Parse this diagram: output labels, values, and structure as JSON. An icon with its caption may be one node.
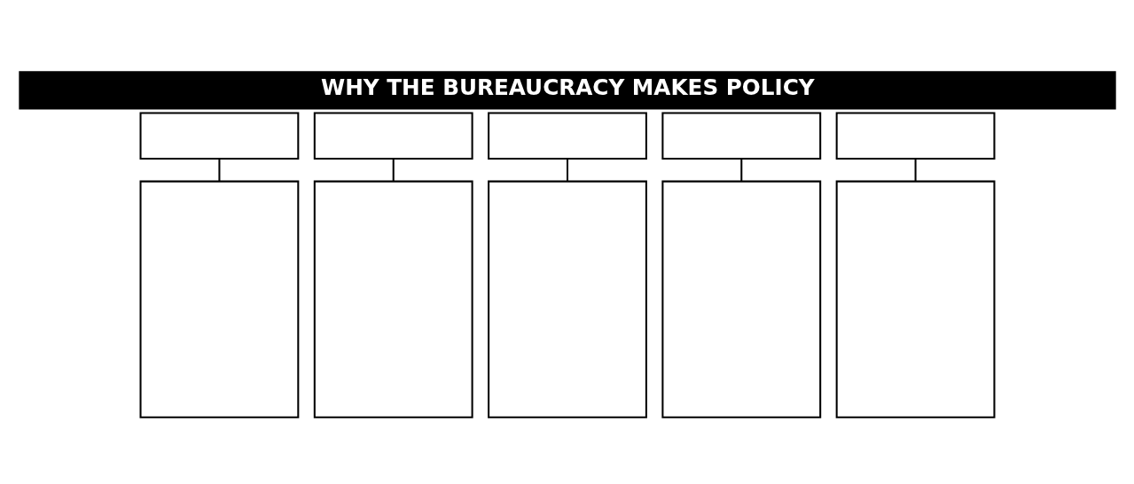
{
  "diagram": {
    "title": "WHY THE BUREAUCRACY MAKES POLICY",
    "nodes": [
      {
        "text": [],
        "shape": "box"
      },
      {
        "text": [],
        "shape": "box"
      },
      {
        "text": [],
        "shape": "box"
      },
      {
        "text": [],
        "shape": "box"
      },
      {
        "text": [],
        "shape": "box"
      },
      {
        "text": [],
        "shape": "box"
      },
      {
        "text": [],
        "shape": "box"
      },
      {
        "text": [],
        "shape": "box"
      },
      {
        "text": [],
        "shape": "box"
      },
      {
        "text": [],
        "shape": "box"
      }
    ],
    "edges": [
      {
        "from": 0,
        "to": 5,
        "arrow": "none"
      },
      {
        "from": 1,
        "to": 6,
        "arrow": "none"
      },
      {
        "from": 2,
        "to": 7,
        "arrow": "none"
      },
      {
        "from": 3,
        "to": 8,
        "arrow": "none"
      },
      {
        "from": 4,
        "to": 9,
        "arrow": "none"
      }
    ]
  }
}
